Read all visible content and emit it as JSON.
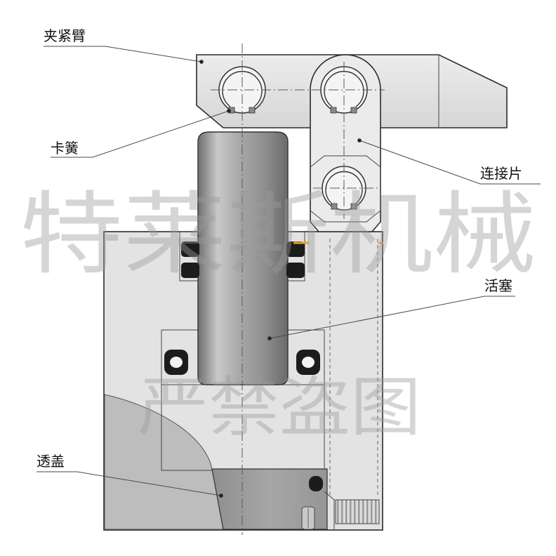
{
  "labels": {
    "clamp_arm": "夹紧臂",
    "circlip": "卡簧",
    "connecting_plate": "连接片",
    "piston": "活塞",
    "end_cap": "透盖"
  },
  "watermark": {
    "brand": "特莱斯机械",
    "notice": "严禁盗图"
  },
  "colors": {
    "body": "#e3e3e3",
    "arm": "#e0e0e0",
    "plate": "#ebebeb",
    "cavity": "#d0d0d0",
    "end_cap": "#9d9d9d",
    "lower_shell": "#bdbdbd",
    "seal": "#1c1c1c",
    "accent_mark": "#e8a020"
  }
}
